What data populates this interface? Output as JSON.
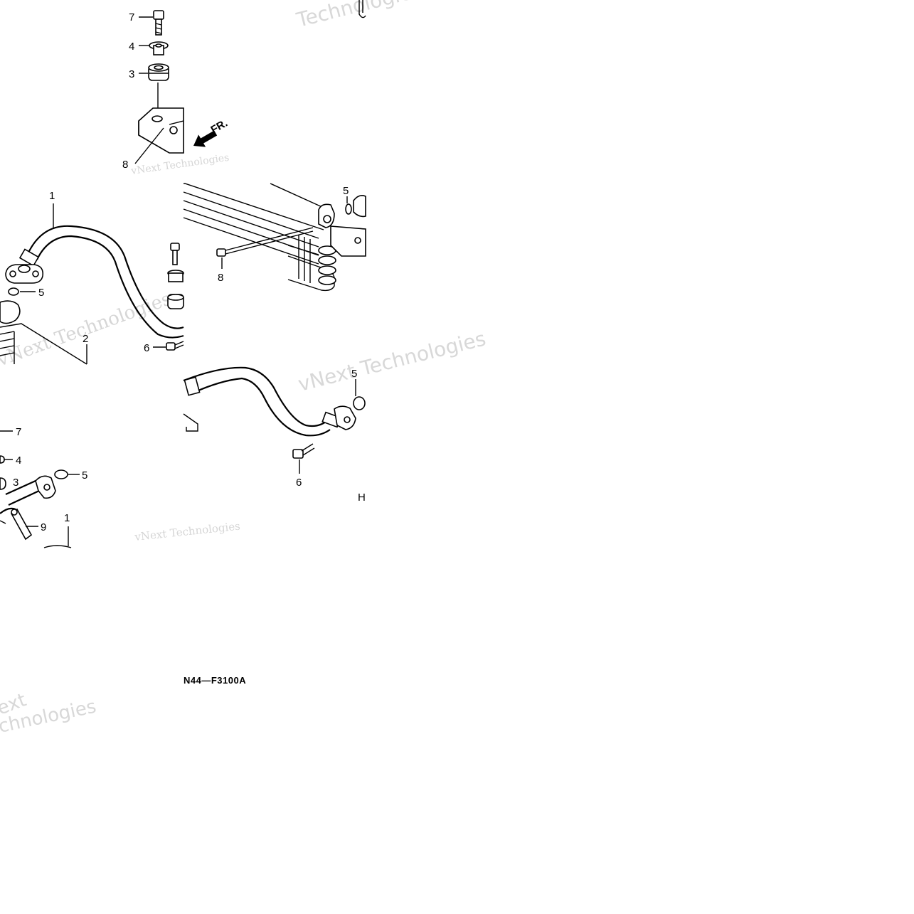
{
  "diagram": {
    "diagram_code": "N44—F3100A",
    "direction_label": "FR.",
    "partial_label": "H",
    "callouts": {
      "top_7": "7",
      "top_4": "4",
      "top_3": "3",
      "top_8": "8",
      "mid_1": "1",
      "mid_5": "5",
      "mid_2": "2",
      "mid_6": "6",
      "right_5_top": "5",
      "right_8": "8",
      "right_5_low": "5",
      "right_6": "6",
      "low_7": "7",
      "low_4": "4",
      "low_3": "3",
      "low_5": "5",
      "low_9": "9",
      "low_1": "1"
    },
    "watermarks": {
      "a": "Technologies",
      "b": "vNext Technologies",
      "c": "vNext Technologies",
      "d": "vNext Technologies",
      "e": "vNext Technologies"
    }
  }
}
